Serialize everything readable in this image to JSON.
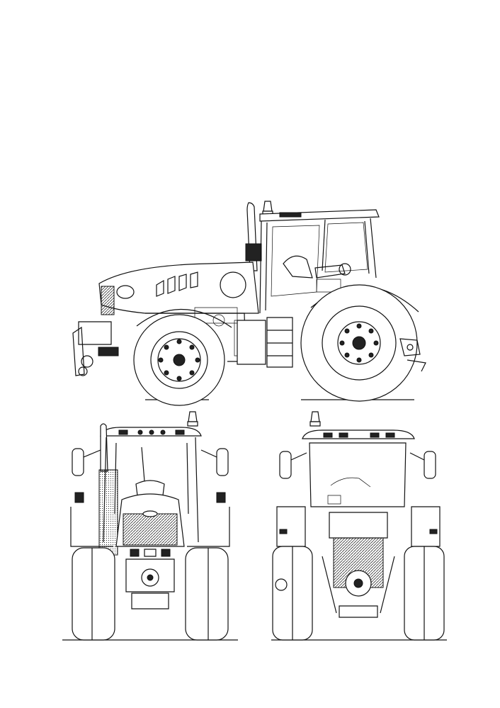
{
  "drawing": {
    "subject": "",
    "views": [
      "side",
      "front",
      "rear"
    ]
  },
  "colors": {
    "line": "#111111",
    "background": "#ffffff"
  }
}
